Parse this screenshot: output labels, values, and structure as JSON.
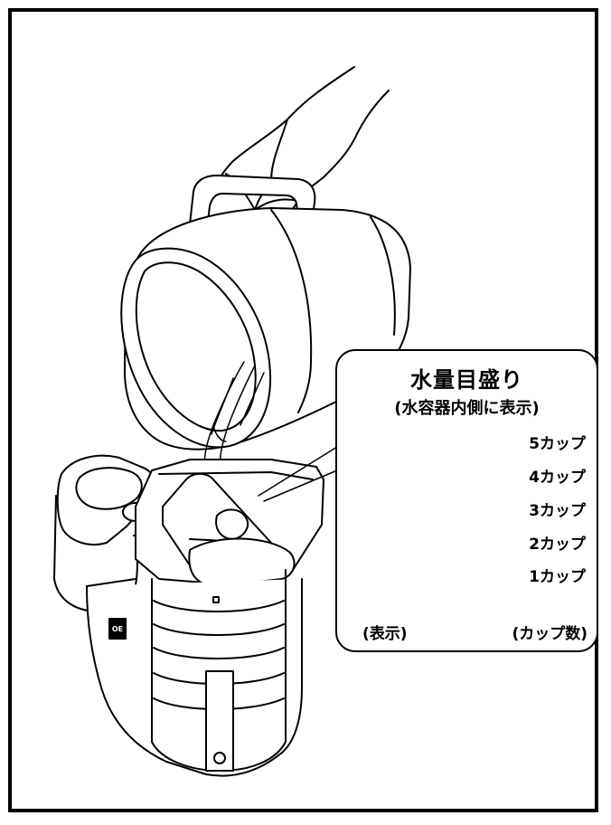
{
  "callout": {
    "title": "水量目盛り",
    "subtitle": "(水容器内側に表示)",
    "levels": [
      "5カップ",
      "4カップ",
      "3カップ",
      "2カップ",
      "1カップ"
    ],
    "footer_left": "(表示)",
    "footer_right": "(カップ数)"
  },
  "device_badge": "OE"
}
